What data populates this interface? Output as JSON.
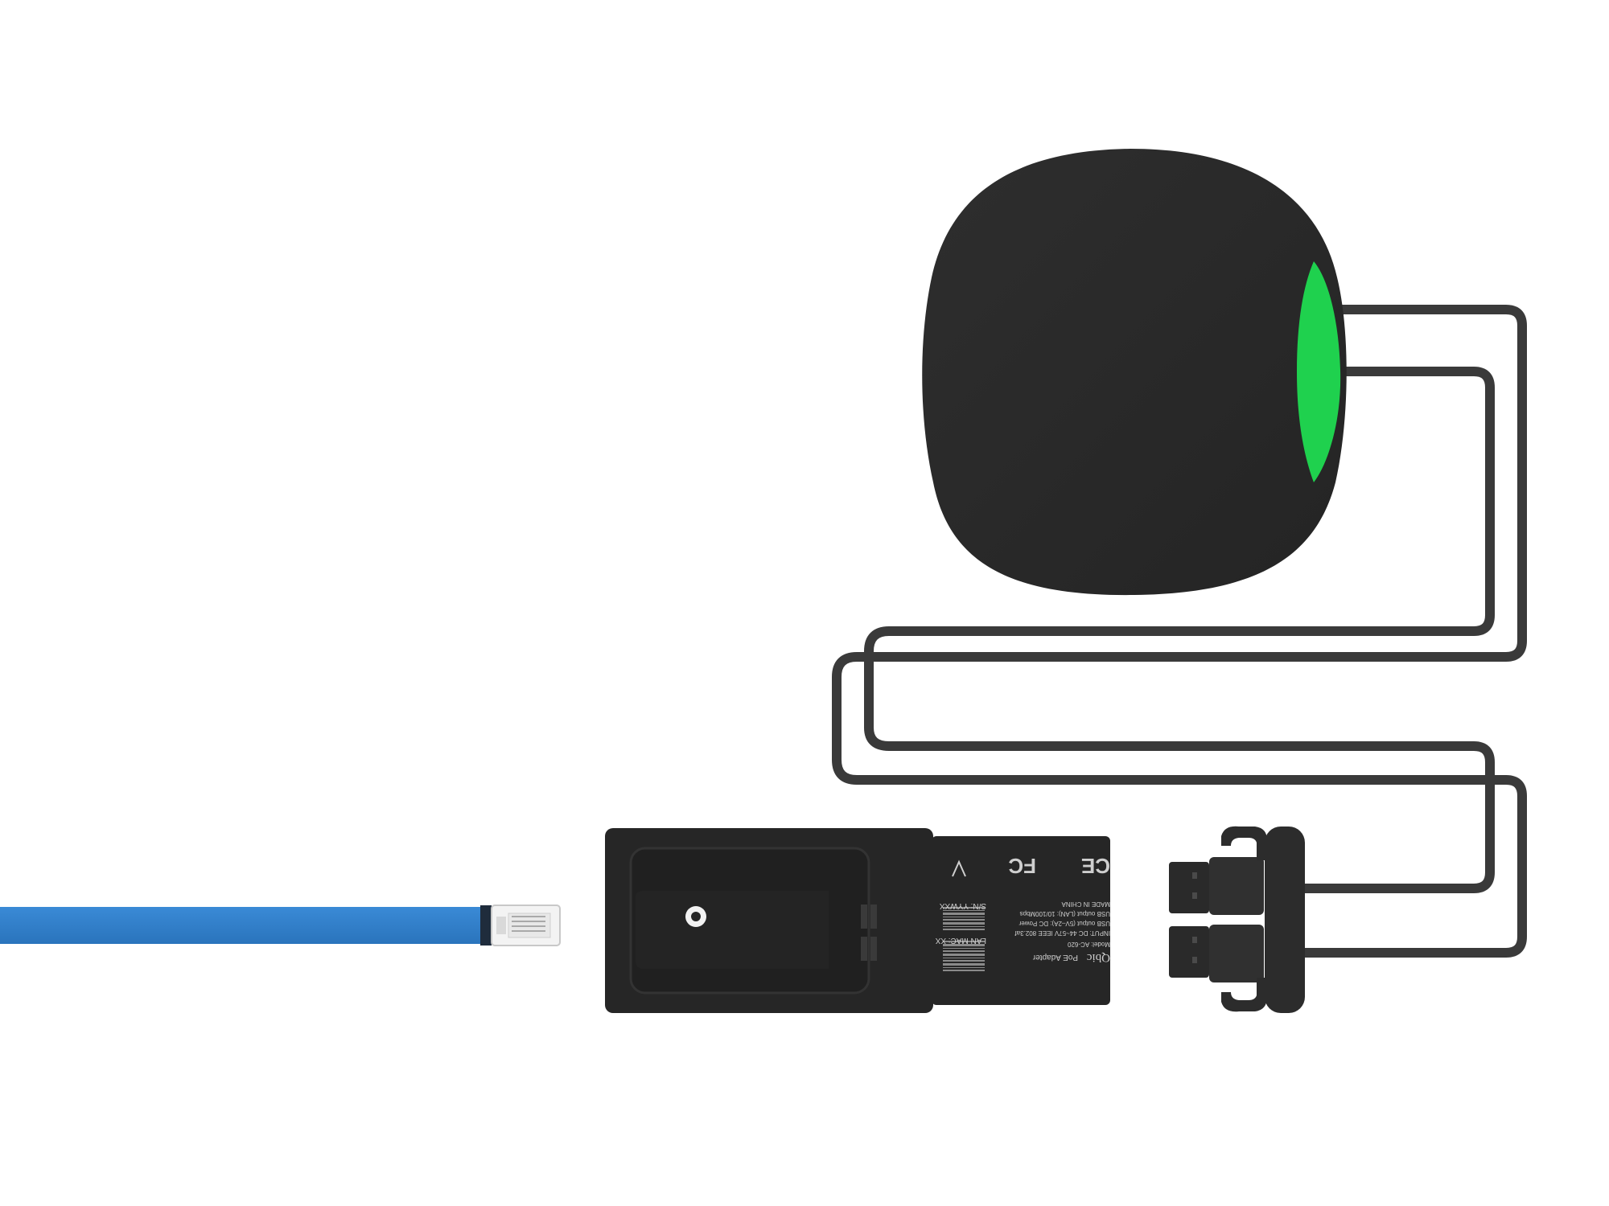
{
  "label": {
    "brand": "Qbic",
    "product": "PoE  Adapter",
    "model": "Model: AC-620",
    "input": "INPUT: DC 44~57V  IEEE 802.3af",
    "usb_output_dc": "USB output (5V–2A): DC Power",
    "usb_output_lan": "USB output (LAN): 10/100Mbps",
    "made_in": "MADE IN CHINA",
    "lan_mac": "LAN MAC: XX",
    "serial": "S/N: YYWXX",
    "fcc_mark": "FC",
    "ce_mark": "CE"
  },
  "colors": {
    "cable_blue": "#2f7fc8",
    "led_green": "#1fd14e",
    "device_black": "#2b2b2b",
    "background": "#ffffff"
  }
}
